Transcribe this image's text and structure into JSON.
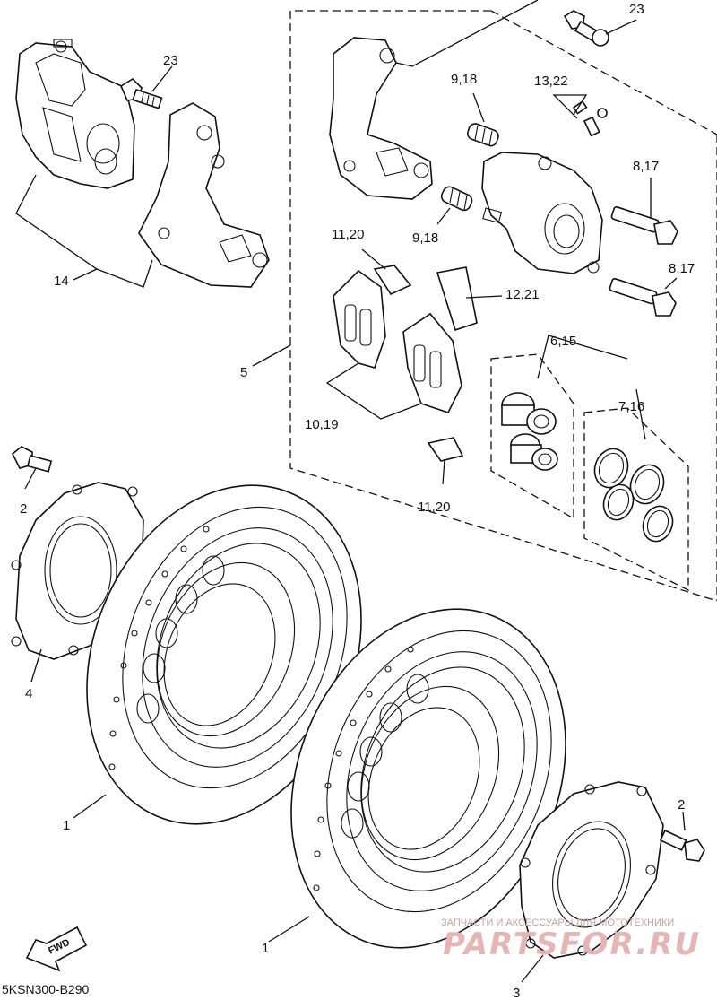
{
  "callouts": {
    "c23_top": "23",
    "c23_left": "23",
    "c9_18_a": "9,18",
    "c13_22": "13,22",
    "c8_17_a": "8,17",
    "c8_17_b": "8,17",
    "c9_18_b": "9,18",
    "c11_20_a": "11,20",
    "c12_21": "12,21",
    "c14": "14",
    "c5": "5",
    "c6_15": "6,15",
    "c7_16": "7,16",
    "c10_19": "10,19",
    "c11_20_b": "11,20",
    "c2_a": "2",
    "c4": "4",
    "c1_a": "1",
    "c2_b": "2",
    "c1_b": "1",
    "c3": "3"
  },
  "fwd_label": "FWD",
  "diagram_code": "5KSN300-B290",
  "watermark": {
    "caption": "ЗАПЧАСТИ И АКСЕССУАРЫ ДЛЯ МОТОТЕХНИКИ",
    "brand": "PARTSFOR.RU"
  }
}
